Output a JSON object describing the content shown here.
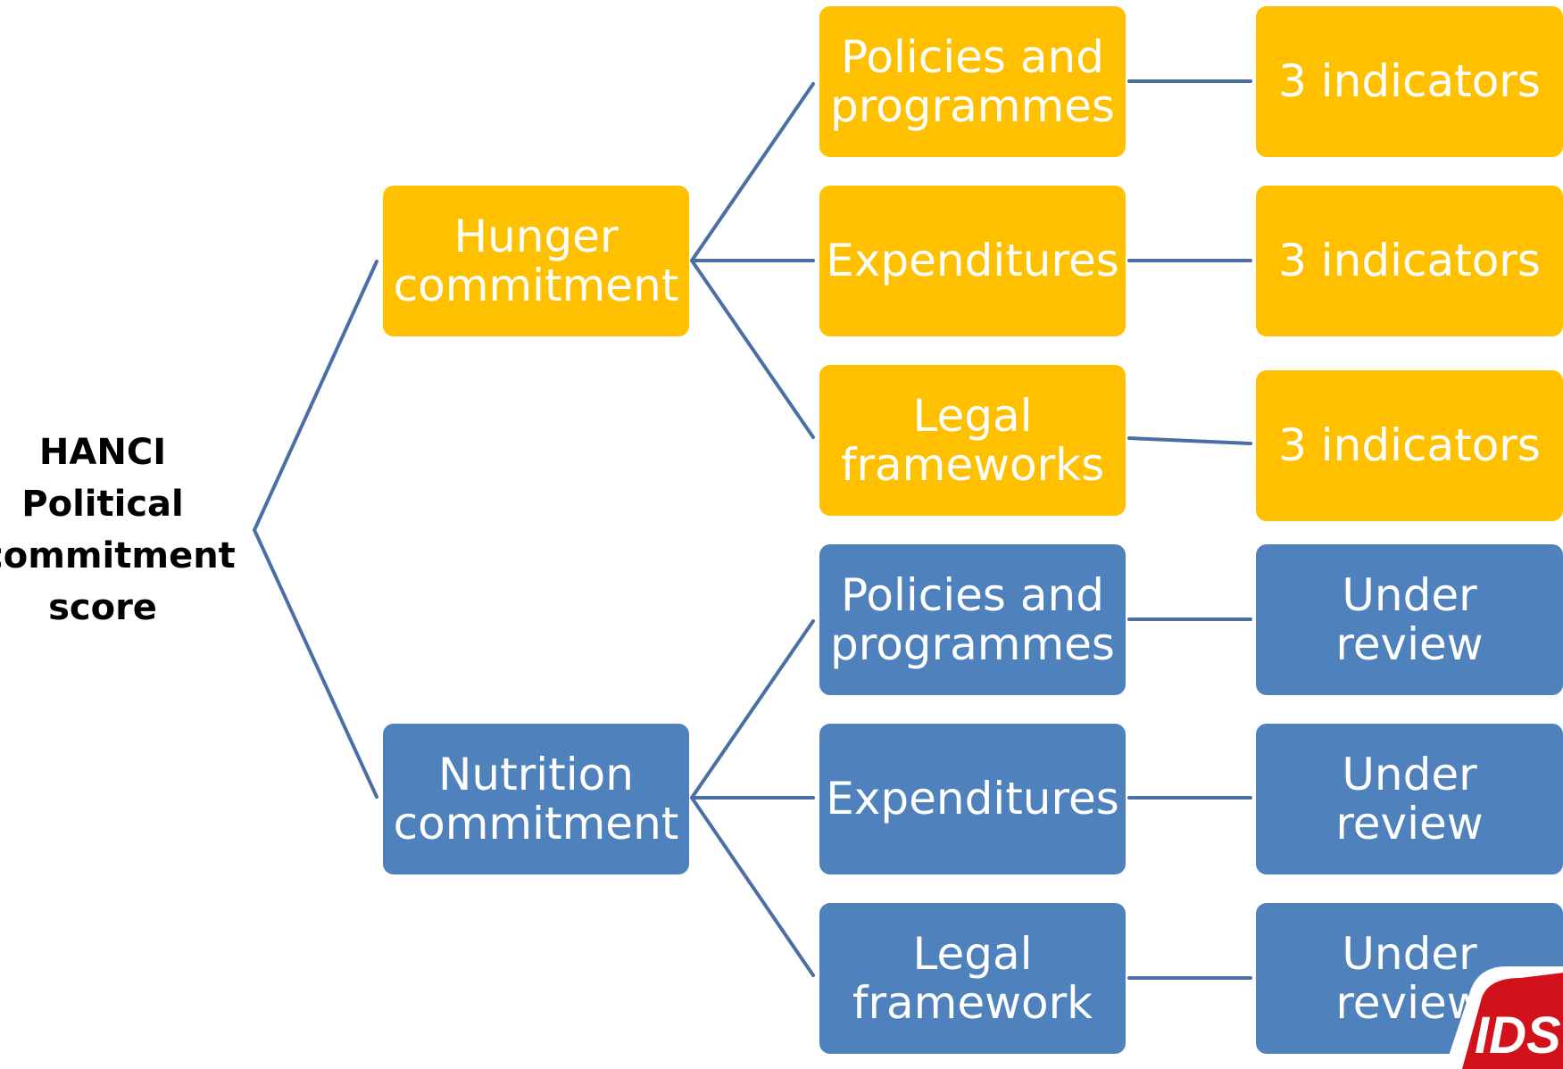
{
  "root": {
    "label": "HANCI\nPolitical\ncommitment\nscore"
  },
  "colors": {
    "hunger": "#FFC000",
    "nutrition": "#4F81BD",
    "connector": "#4A6FA5",
    "logo_red": "#D1121B"
  },
  "branches": [
    {
      "label": "Hunger\ncommitment",
      "sub": [
        {
          "label": "Policies and\nprogrammes",
          "result": "3 indicators"
        },
        {
          "label": "Expenditures",
          "result": "3 indicators"
        },
        {
          "label": "Legal\nframeworks",
          "result": "3 indicators"
        }
      ]
    },
    {
      "label": "Nutrition\ncommitment",
      "sub": [
        {
          "label": "Policies and\nprogrammes",
          "result": "Under\nreview"
        },
        {
          "label": "Expenditures",
          "result": "Under\nreview"
        },
        {
          "label": "Legal\nframework",
          "result": "Under\nreview"
        }
      ]
    }
  ],
  "logo": {
    "text": "IDS"
  }
}
